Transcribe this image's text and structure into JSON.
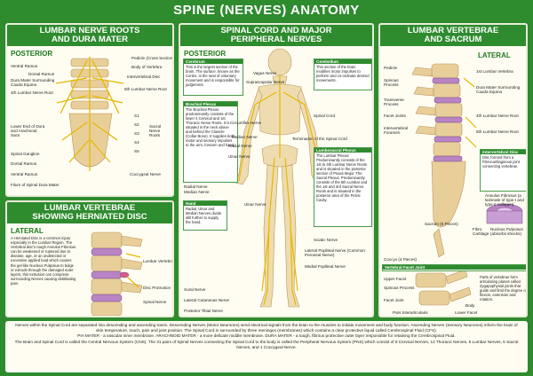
{
  "title": "SPINE (NERVES) ANATOMY",
  "colors": {
    "brand_green": "#2e8b2e",
    "panel_bg": "#fffdf2",
    "nerve_yellow": "#f2d22c",
    "bone": "#e8cf9a",
    "disc": "#b884c4"
  },
  "panel_roots": {
    "heading_line1": "LUMBAR NERVE ROOTS",
    "heading_line2": "AND DURA MATER",
    "subheading": "POSTERIOR",
    "labels_left": [
      "Ventral Ramus",
      "Dorsal Ramus",
      "Dura Mater Surrounding Cauda Equina",
      "4th Lumbar Nerve Root",
      "Lower End of Dura and Arachnoid Sacs",
      "Spinal Ganglion",
      "Dorsal Ramus",
      "Ventral Ramus",
      "Filum of Spinal Dura Mater"
    ],
    "labels_right": [
      "Pedicle (Cross Section)",
      "Body of Vertebra",
      "Intervertebral Disc",
      "5th Lumbar Nerve Root",
      "S1",
      "S2",
      "S3",
      "S4",
      "S5",
      "Sacral Nerve Roots",
      "Coccygeal Nerve"
    ]
  },
  "panel_disc": {
    "heading_line1": "LUMBAR VERTEBRAE",
    "heading_line2": "SHOWING HERNIATED DISC",
    "subheading": "LATERAL",
    "description": "A Herniated Disc is a common injury especially in the Lumbar Region. The Vertebral disc's tough Annulus Fibrosus can be weakened or ruptured due to disease, age, or an undetected or excessive applied load which causes the gel-like Nucleus Pulposus to bulge or extrude through the damaged outer layers, this extrusion can compress surrounding Nerves causing debilitating pain.",
    "labels": [
      "Lumbar Vertebra",
      "Disc Protrusion",
      "Spinal Nerve"
    ]
  },
  "panel_cord": {
    "heading_line1": "SPINAL CORD AND MAJOR",
    "heading_line2": "PERIPHERAL NERVES",
    "subheading": "POSTERIOR",
    "box_cerebrum": {
      "title": "Cerebrum",
      "text": "This is the largest section of the brain. The surface, known as the Cortex, is the seat of voluntary movement and is responsible for judgement."
    },
    "box_brachial": {
      "title": "Brachial Plexus",
      "text": "The Brachial Plexus predominantly consists of the lower 4 Cervical and 1st Thoracic Nerve Roots. It is situated in the neck above and behind the Clavicle (Collar Bone). It supplies both motor and sensory impulses to the arm, forearm and hand."
    },
    "box_hand": {
      "title": "Hand",
      "text": "Radial, Ulnar and Median Nerves divide still further to supply the hand."
    },
    "box_cerebellum": {
      "title": "Cerebellum",
      "text": "This section of the brain modifies motor impulses to perform and co-ordinate desired movements."
    },
    "box_lumbosacral": {
      "title": "Lumbosacral Plexus",
      "text": "The Lumbar Plexus: Predominantly consists of the 1st to 4th Lumbar Nerve Roots and is situated in the posterior section of Psoas Major. The Sacral Plexus: Predominantly consists of the 5th Lumbar and the 1st and 3rd Sacral Nerve Roots and is situated in the posterior area of the Pelvic Cavity."
    },
    "labels_left": [
      "Vagus Nerve",
      "Suprascapular Nerve",
      "Circumflex Nerve",
      "Median Nerve",
      "Radial Nerve",
      "Ulnar Nerve",
      "Median Nerve",
      "Radial Nerve",
      "Ulnar Nerve",
      "Sural Nerve",
      "Lateral Cutaneous Nerve",
      "Posterior Tibial Nerve"
    ],
    "labels_right": [
      "Spinal Cord",
      "Termination of the Spinal Cord",
      "Sciatic Nerve",
      "Lateral Popliteal Nerve (Common Peroneal Nerve)",
      "Medial Popliteal Nerve"
    ]
  },
  "panel_lateral": {
    "heading_line1": "LUMBAR VERTEBRAE",
    "heading_line2": "AND SACRUM",
    "subheading": "LATERAL",
    "labels": [
      "Pedicle",
      "Spinous Process",
      "Transverse Process",
      "Facet Joints",
      "Intervertebral Foramen",
      "1st Lumbar Vertebra",
      "Dura Mater Surrounding Cauda Equina",
      "4th Lumbar Nerve Root",
      "5th Lumbar Nerve Root",
      "Sacrum (5 Pieces)",
      "Coccyx (4 Pieces)"
    ],
    "box_disc": {
      "title": "Intervertebral Disc",
      "text": "Disc formed from a Fibrocartilaginous joint connecting vertebrae."
    },
    "disc_labels": [
      "Annulus Fibrosus (a laminate of type I and type II collagen)",
      "Fibro Cartilage",
      "Nucleus Pulposus (absorbs shocks)"
    ],
    "box_facet": {
      "title": "Vertebral Facet Joint",
      "text": "Parts of vertebrae form articulating planes called Zygapophysial joints that guide and limit the degree of flexion, extension and rotation."
    },
    "facet_labels": [
      "Upper Facet",
      "Spinous Process",
      "Facet Joint",
      "Body",
      "Pars Interarticularis",
      "Lower Facet"
    ]
  },
  "bottom_text": {
    "line1": "Nerves within the Spinal Cord are separated into descending and ascending tracts. Descending Nerves (Motor Neurones) send electrical signals from the brain to the muscles to initiate movement and body function. Ascending Nerves (Sensory Neurones) inform the brain of skin temperature, touch, pain and joint position. The Spinal Cord is surrounded by three meninges (membranes) which contains a clear protective liquid called Cerebrospinal Fluid (CFS).",
    "line2": "PIA MATER - a vascular inner membrane. ARACHNOID MATER - a more delicate middle membrane. DURA MATER - a tough, fibrous protective outer layer responsible for retaining the Cerebrospinal Fluid.",
    "line3": "The Brain and Spinal Cord is called the Central Nervous System (CNS). The 31 pairs of Spinal Nerves connecting the Spinal Cord to the body is called the Peripheral Nervous System (PNS) which consist of 8 Cervical Nerves, 12 Thoracic Nerves, 5 Lumbar Nerves, 5 Sacral Nerves, and 1 Coccygeal Nerve."
  }
}
